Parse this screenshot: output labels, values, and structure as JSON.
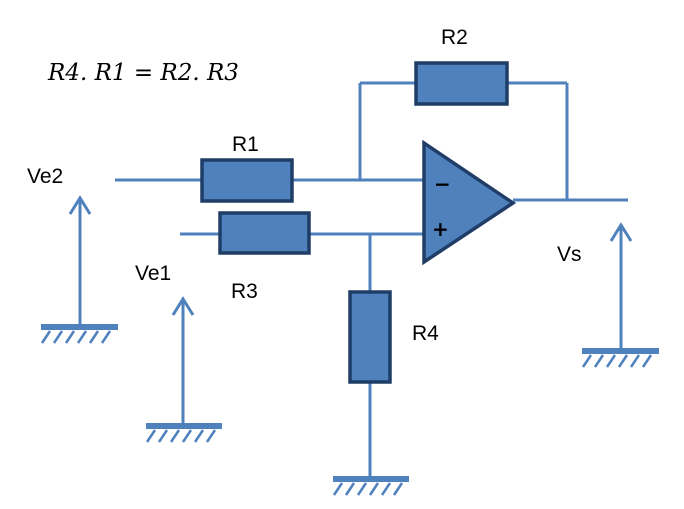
{
  "formula": "R4. R1 = R2. R3",
  "components": {
    "r1": "R1",
    "r2": "R2",
    "r3": "R3",
    "r4": "R4"
  },
  "signals": {
    "ve1": "Ve1",
    "ve2": "Ve2",
    "vs": "Vs"
  },
  "opamp": {
    "inverting": "−",
    "non_inverting": "+"
  },
  "colors": {
    "wire": "#4f81bd",
    "body_fill": "#4f81bd",
    "body_stroke": "#1f3d66"
  }
}
